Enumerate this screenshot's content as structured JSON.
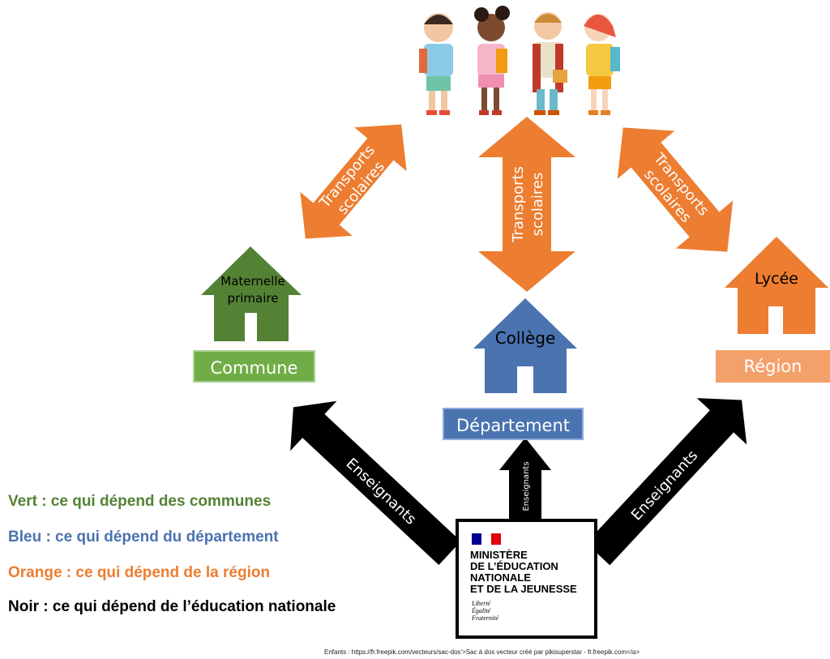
{
  "diagram": {
    "arrow_label_transports": [
      "Transports",
      "scolaires"
    ],
    "arrow_label_enseignants": "Enseignants",
    "schools": {
      "maternelle": [
        "Maternelle",
        "primaire"
      ],
      "college": "Collège",
      "lycee": "Lycée"
    },
    "authorities": {
      "commune": "Commune",
      "departement": "Département",
      "region": "Région"
    },
    "ministry": {
      "lines": [
        "MINISTÈRE",
        "DE L’ÉDUCATION",
        "NATIONALE",
        "ET DE LA JEUNESSE"
      ],
      "motto": [
        "Liberté",
        "Égalité",
        "Fraternité"
      ]
    }
  },
  "legend": {
    "vert": "Vert : ce qui dépend des communes",
    "bleu": "Bleu : ce qui dépend du département",
    "orange": "Orange : ce qui dépend de la région",
    "noir": "Noir : ce qui dépend de l’éducation nationale"
  },
  "credit": "Enfants : https://fr.freepik.com/vecteurs/sac-dos'>Sac à dos vecteur créé par pikisuperstar - fr.freepik.com</a>",
  "colors": {
    "green": "#548235",
    "green_light": "#70ad47",
    "blue": "#4a73b0",
    "blue_dark": "#2f5597",
    "orange": "#ed7d31",
    "orange_light": "#f4a06b",
    "black": "#000000"
  }
}
